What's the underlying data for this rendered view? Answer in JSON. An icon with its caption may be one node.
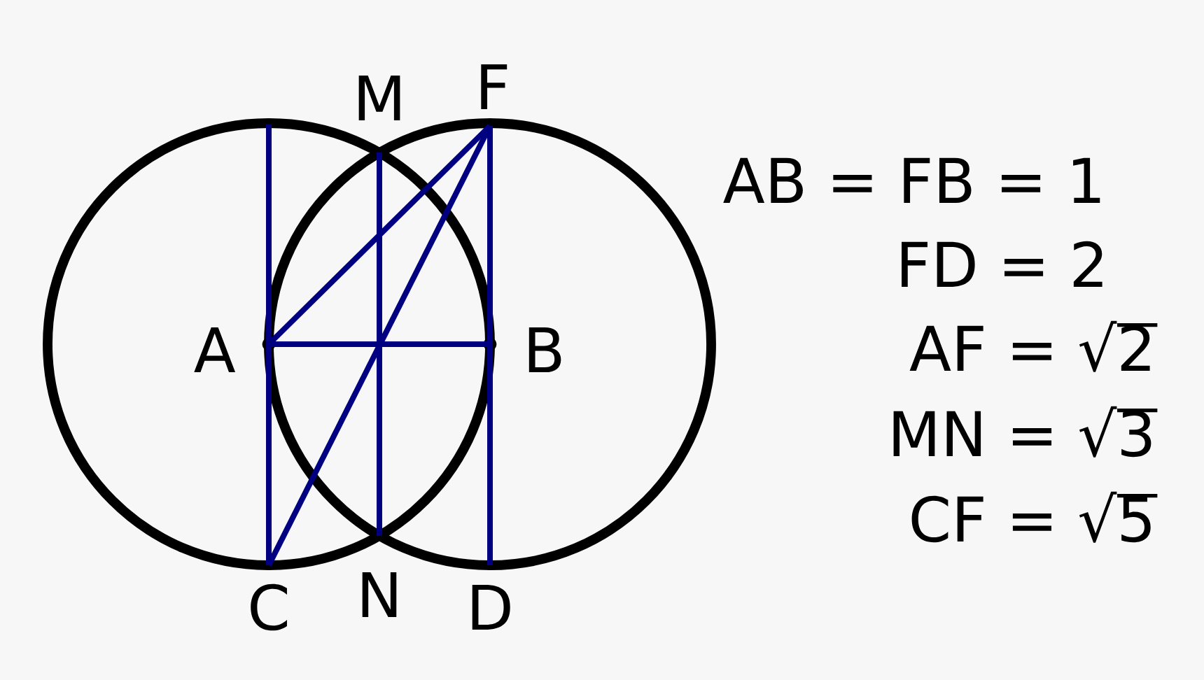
{
  "diagram": {
    "nodes": [
      {
        "text": [],
        "shape": "point",
        "beside": [
          "M"
        ]
      },
      {
        "text": [],
        "shape": "point",
        "beside": [
          "F"
        ]
      },
      {
        "text": [],
        "shape": "dot",
        "beside": [
          "A"
        ]
      },
      {
        "text": [],
        "shape": "dot",
        "beside": [
          "B"
        ]
      },
      {
        "text": [],
        "shape": "point",
        "beside": [
          "C"
        ]
      },
      {
        "text": [],
        "shape": "point",
        "beside": [
          "N"
        ]
      },
      {
        "text": [],
        "shape": "point",
        "beside": [
          "D"
        ]
      }
    ],
    "edges": [
      {
        "from": null,
        "to": 4,
        "arrow": "none"
      },
      {
        "from": 0,
        "to": 5,
        "arrow": "none"
      },
      {
        "from": 1,
        "to": 6,
        "arrow": "none"
      },
      {
        "from": 2,
        "to": 3,
        "arrow": "none"
      },
      {
        "from": 2,
        "to": 1,
        "arrow": "none"
      },
      {
        "from": 4,
        "to": 1,
        "arrow": "none"
      }
    ],
    "labels": [
      "AB = FB = 1",
      "FD = 2",
      "AF = √2",
      "MN = √3",
      "CF = √5"
    ]
  }
}
